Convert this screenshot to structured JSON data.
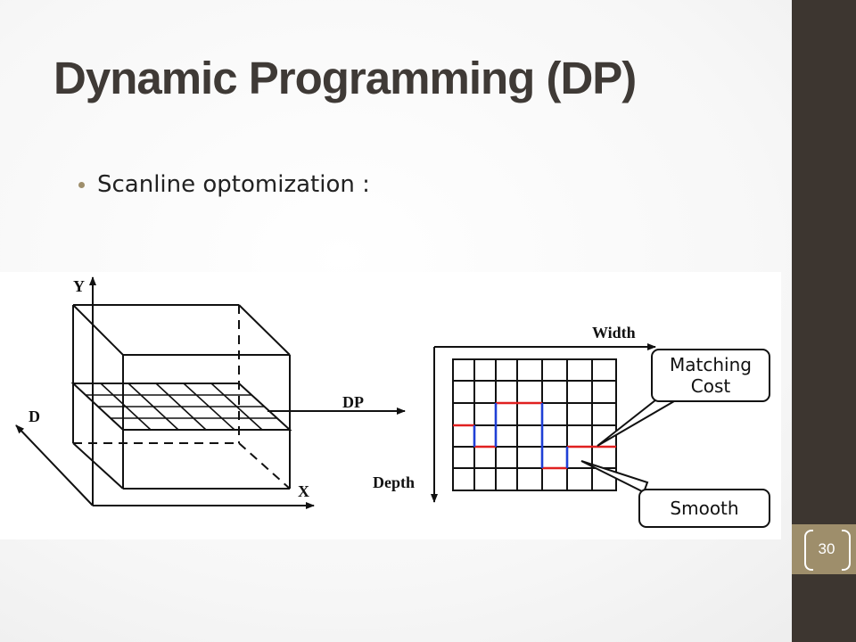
{
  "slide": {
    "title": "Dynamic Programming (DP)",
    "bullet": "Scanline optomization :",
    "page_number": "30"
  },
  "figure": {
    "left_labels": {
      "y_axis": "Y",
      "d_axis": "D",
      "x_axis": "X",
      "dp_arrow": "DP"
    },
    "right_labels": {
      "width_axis": "Width",
      "depth_axis": "Depth"
    },
    "callouts": {
      "matching_cost": "Matching Cost",
      "smooth": "Smooth"
    },
    "path_colors": {
      "matching": "#e02020",
      "smooth": "#1f3fd6"
    }
  },
  "colors": {
    "sidebar": "#3d3630",
    "accent": "#9e8e6b",
    "title": "#3f3a36"
  }
}
